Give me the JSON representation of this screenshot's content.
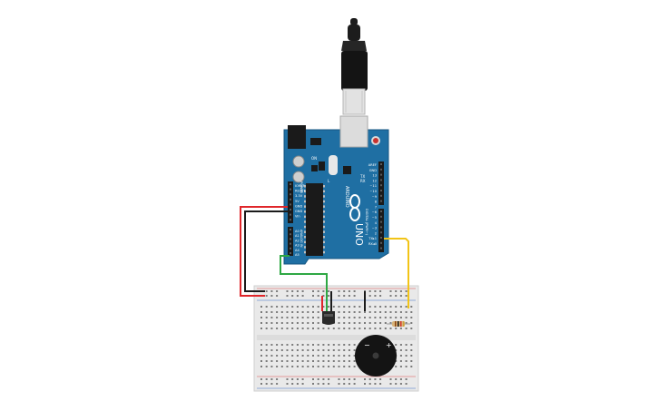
{
  "board": {
    "brand_vertical": "ARDUINO",
    "model_vertical": "UNO",
    "digital_header_vertical": "DIGITAL (PWM~)",
    "power_header_vertical": "POWER",
    "analog_header_vertical": "ANALOG IN",
    "power_pins": [
      "IOREF",
      "RESET",
      "3.3V",
      "5V",
      "GND",
      "GND",
      "Vin"
    ],
    "analog_pins": [
      "A0",
      "A1",
      "A2",
      "A3",
      "A4",
      "A5"
    ],
    "digital_pins": [
      "AREF",
      "GND",
      "13",
      "12",
      "~11",
      "~10",
      "~9",
      "8",
      "7",
      "~6",
      "~5",
      "4",
      "~3",
      "2",
      "TX▸1",
      "RX◂0"
    ],
    "tx_rx_labels": [
      "TX",
      "RX"
    ],
    "on_label": "ON",
    "l_label": "L"
  },
  "parts": {
    "buzzer_plus": "+",
    "buzzer_minus": "−"
  },
  "colors": {
    "board_blue": "#1f6fa3",
    "wire_red": "#e0262a",
    "wire_black": "#1b1b1b",
    "wire_green": "#2ea843",
    "wire_yellow": "#f2c417",
    "breadboard": "#e9e9e9",
    "usb_cable": "#1c1c1c"
  }
}
